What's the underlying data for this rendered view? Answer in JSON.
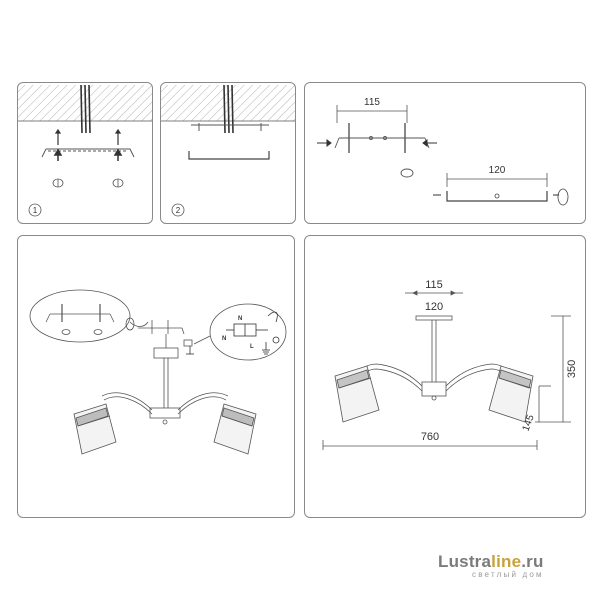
{
  "colors": {
    "line": "#555555",
    "frame": "#8a8a8a",
    "hatch": "#9a9a9a",
    "brand_gold": "#c9a13c",
    "brand_grey": "#7b7b7b"
  },
  "steps": {
    "step1": "1",
    "step2": "2"
  },
  "bracket": {
    "mount_width": "115",
    "bar_width": "120"
  },
  "wiring": {
    "neutral": "N",
    "live": "L"
  },
  "dimensions": {
    "mount_width": "115",
    "bracket_width": "120",
    "height": "350",
    "span": "760",
    "shade": "145"
  },
  "watermark": {
    "brand_part1": "Lustra",
    "brand_part2": "line",
    "brand_part3": ".ru",
    "tagline": "светлый дом"
  }
}
